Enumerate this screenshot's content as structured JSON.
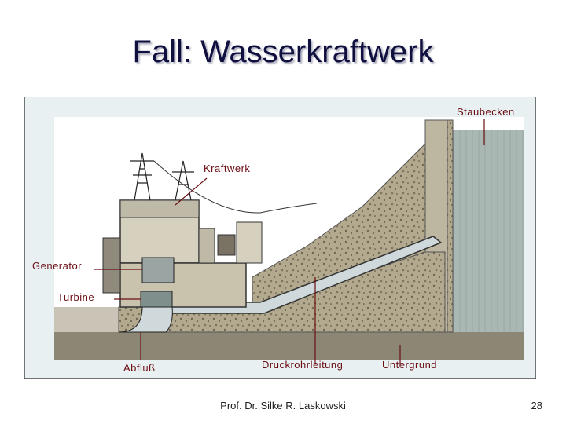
{
  "slide": {
    "title": "Fall: Wasserkraftwerk"
  },
  "diagram": {
    "labels": {
      "staubecken": "Staubecken",
      "kraftwerk": "Kraftwerk",
      "generator": "Generator",
      "turbine": "Turbine",
      "abfluss": "Abfluß",
      "druckrohrleitung": "Druckrohrleitung",
      "untergrund": "Untergrund"
    }
  },
  "footer": {
    "author": "Prof. Dr. Silke R. Laskowski",
    "page": "28"
  }
}
